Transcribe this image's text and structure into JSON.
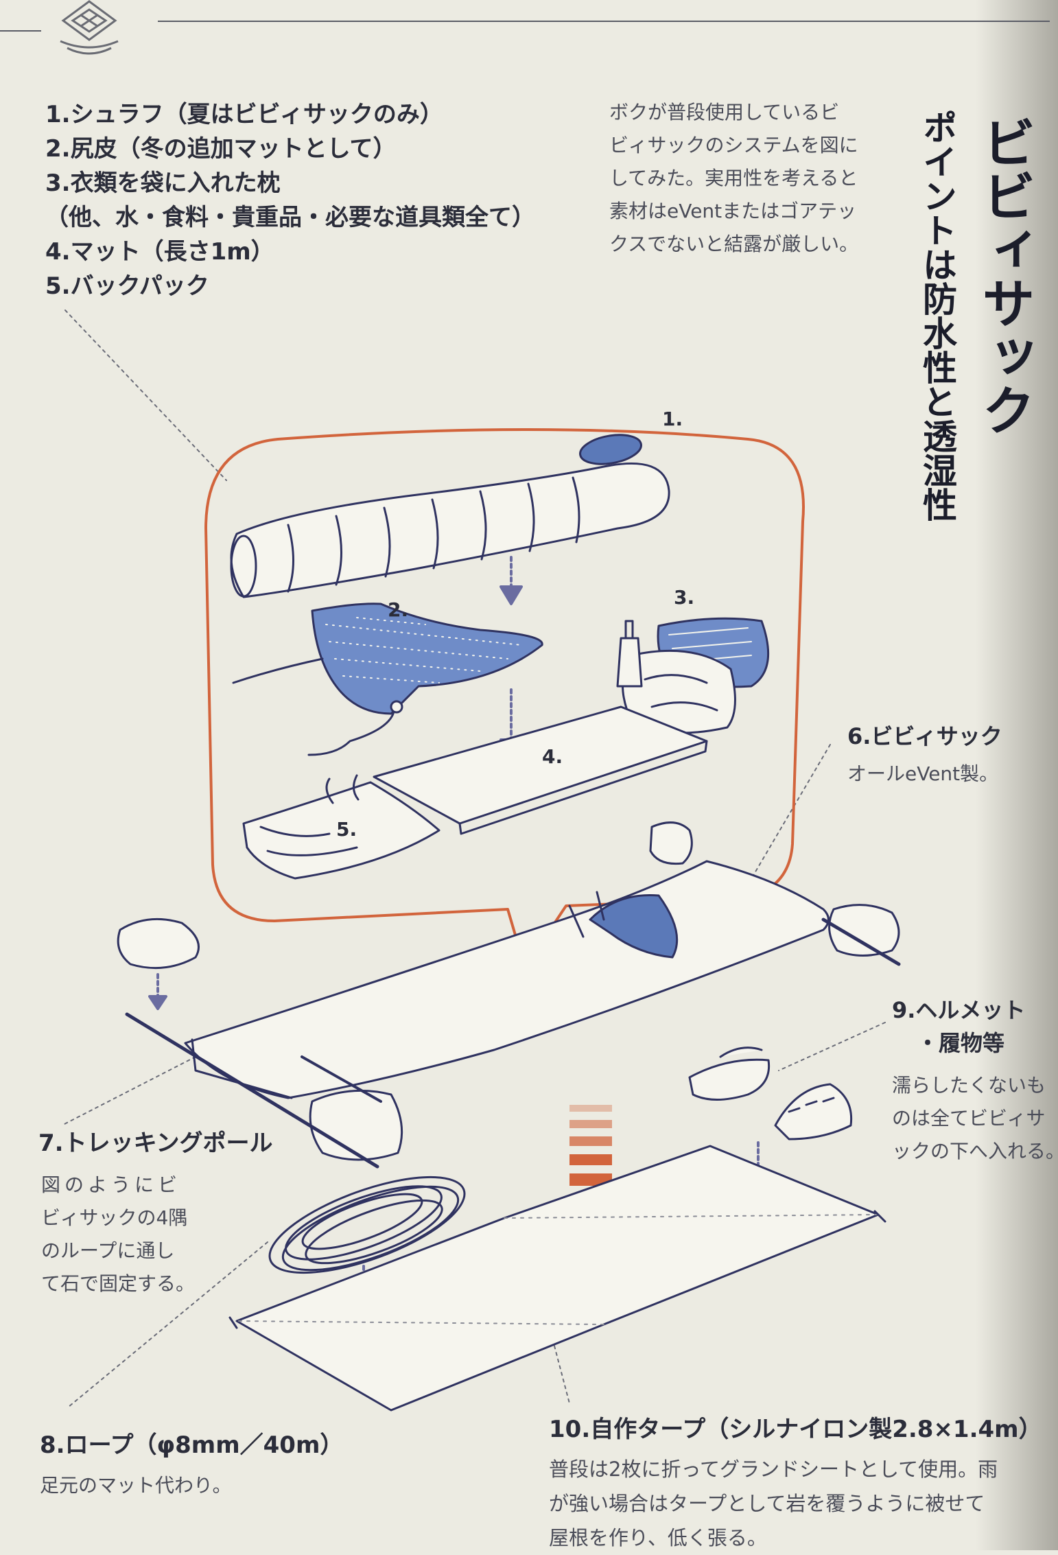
{
  "title": {
    "main": "ビビィサック",
    "sub": "ポイントは防水性と透湿性"
  },
  "intro": {
    "lines": [
      "ボクが普段使用しているビ",
      "ビィサックのシステムを図に",
      "してみた。実用性を考えると",
      "素材はeVentまたはゴアテッ",
      "クスでないと結露が厳しい。"
    ]
  },
  "contents_list": [
    "1.シュラフ（夏はビビィサックのみ）",
    "2.尻皮（冬の追加マットとして）",
    "3.衣類を袋に入れた枕",
    "（他、水・食料・貴重品・必要な道具類全て）",
    "4.マット（長さ1m）",
    "5.バックパック"
  ],
  "diagram_numbers": {
    "n1": "1.",
    "n2": "2.",
    "n3": "3.",
    "n4": "4.",
    "n5": "5."
  },
  "labels": {
    "bivy": {
      "title": "6.ビビィサック",
      "lines": [
        "オールeVent製。"
      ]
    },
    "poles": {
      "title": "7.トレッキングポール",
      "lines": [
        "図のようにビ",
        "ビィサックの4隅",
        "のループに通し",
        "て石で固定する。"
      ]
    },
    "rope": {
      "title": "8.ロープ（φ8mm／40m）",
      "lines": [
        "足元のマット代わり。"
      ]
    },
    "helmet": {
      "title_lines": [
        "9.ヘルメット",
        "・履物等"
      ],
      "lines": [
        "濡らしたくないも",
        "のは全てビビィサ",
        "ックの下へ入れる。"
      ]
    },
    "tarp": {
      "title": "10.自作タープ（シルナイロン製2.8×1.4m）",
      "lines": [
        "普段は2枚に折ってグランドシートとして使用。雨",
        "が強い場合はタープとして岩を覆うように被せて",
        "屋根を作り、低く張る。"
      ]
    }
  },
  "colors": {
    "accent_orange": "#d2643c",
    "ink_navy": "#2f3260",
    "fabric_blue": "#5b79b8",
    "paper": "#ecebe2"
  }
}
